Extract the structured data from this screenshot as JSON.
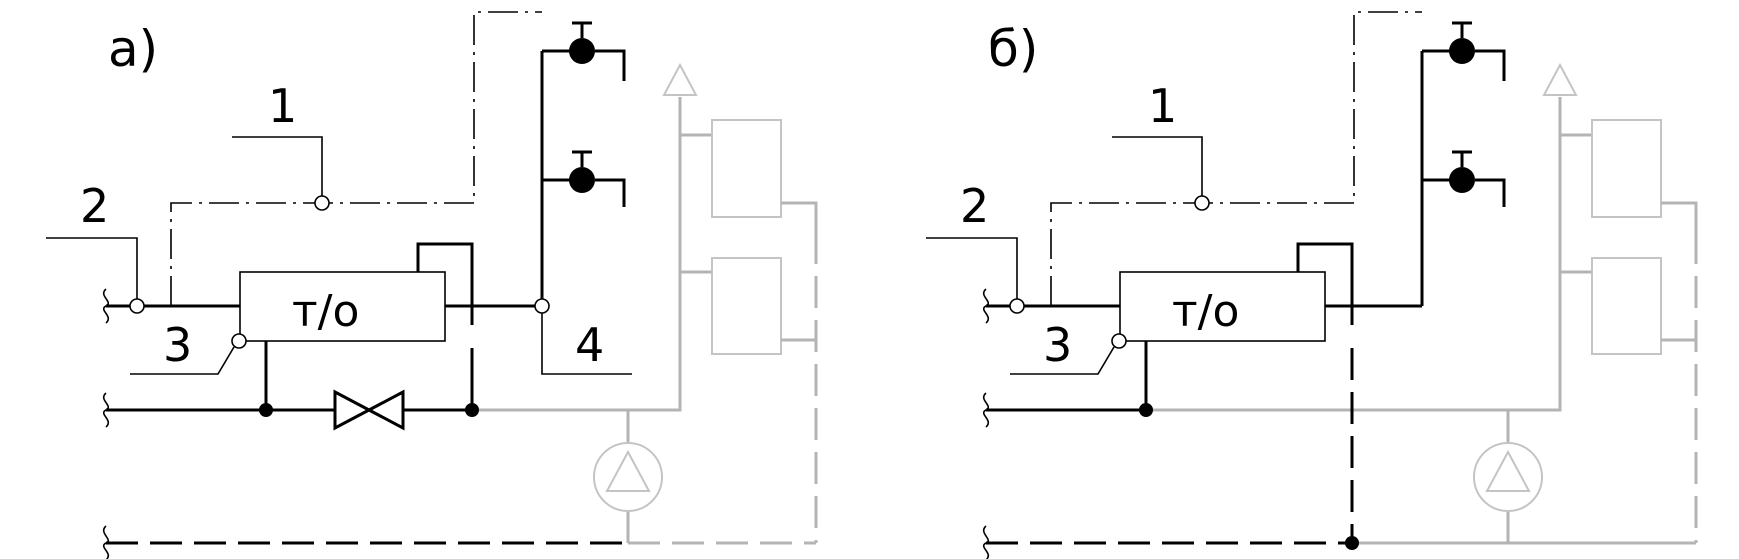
{
  "panels": [
    {
      "label": "а)",
      "callouts": {
        "c1": "1",
        "c2": "2",
        "c3": "3",
        "c4": "4"
      },
      "heat_exchanger": "т/о"
    },
    {
      "label": "б)",
      "callouts": {
        "c1": "1",
        "c2": "2",
        "c3": "3"
      },
      "heat_exchanger": "т/о"
    }
  ],
  "colors": {
    "main": "#000000",
    "secondary": "#b4b4b4"
  }
}
